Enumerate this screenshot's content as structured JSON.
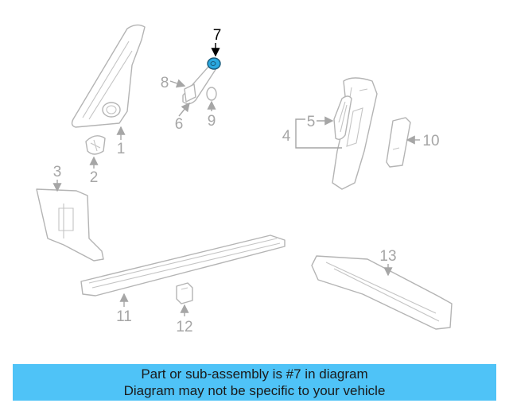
{
  "diagram": {
    "highlighted_part": "7",
    "callouts": [
      "1",
      "2",
      "3",
      "4",
      "5",
      "6",
      "7",
      "8",
      "9",
      "10",
      "11",
      "12",
      "13"
    ],
    "colors": {
      "highlight_fill": "#29a8e0",
      "banner": "#4fc3f7",
      "line_art": "#b4b4b4",
      "callout_text": "#a6a6a6"
    }
  },
  "banner": {
    "line1": "Part or sub-assembly is #7 in diagram",
    "line2": "Diagram may not be specific to your vehicle"
  }
}
